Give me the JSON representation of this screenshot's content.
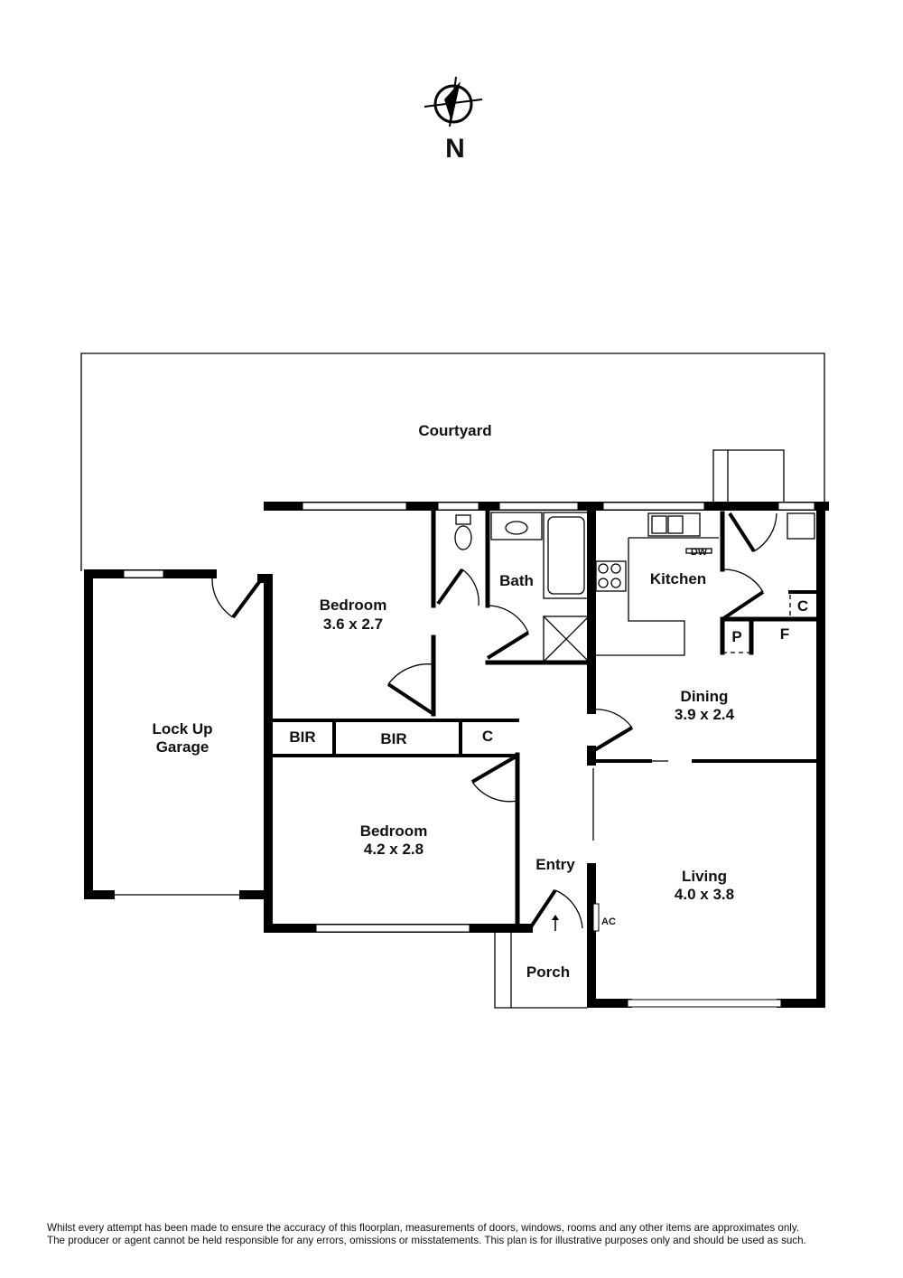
{
  "compass": {
    "label": "N"
  },
  "rooms": {
    "courtyard": "Courtyard",
    "bedroom1": {
      "name": "Bedroom",
      "size": "3.6 x 2.7"
    },
    "bath": "Bath",
    "kitchen": "Kitchen",
    "dw": "DW",
    "laundry_c": "C",
    "pantry": "P",
    "fridge": "F",
    "garage": {
      "line1": "Lock Up",
      "line2": "Garage"
    },
    "bir1": "BIR",
    "bir2": "BIR",
    "hall_c": "C",
    "dining": {
      "name": "Dining",
      "size": "3.9 x 2.4"
    },
    "bedroom2": {
      "name": "Bedroom",
      "size": "4.2 x 2.8"
    },
    "entry": "Entry",
    "living": {
      "name": "Living",
      "size": "4.0 x 3.8"
    },
    "ac": "AC",
    "porch": "Porch"
  },
  "disclaimer": {
    "line1": "Whilst every attempt has been made to ensure the accuracy of this floorplan, measurements of doors, windows, rooms and any other items are approximates only.",
    "line2": "The producer or agent cannot be held responsible for any errors, omissions or misstatements. This plan is for illustrative purposes only and should be used as such."
  }
}
